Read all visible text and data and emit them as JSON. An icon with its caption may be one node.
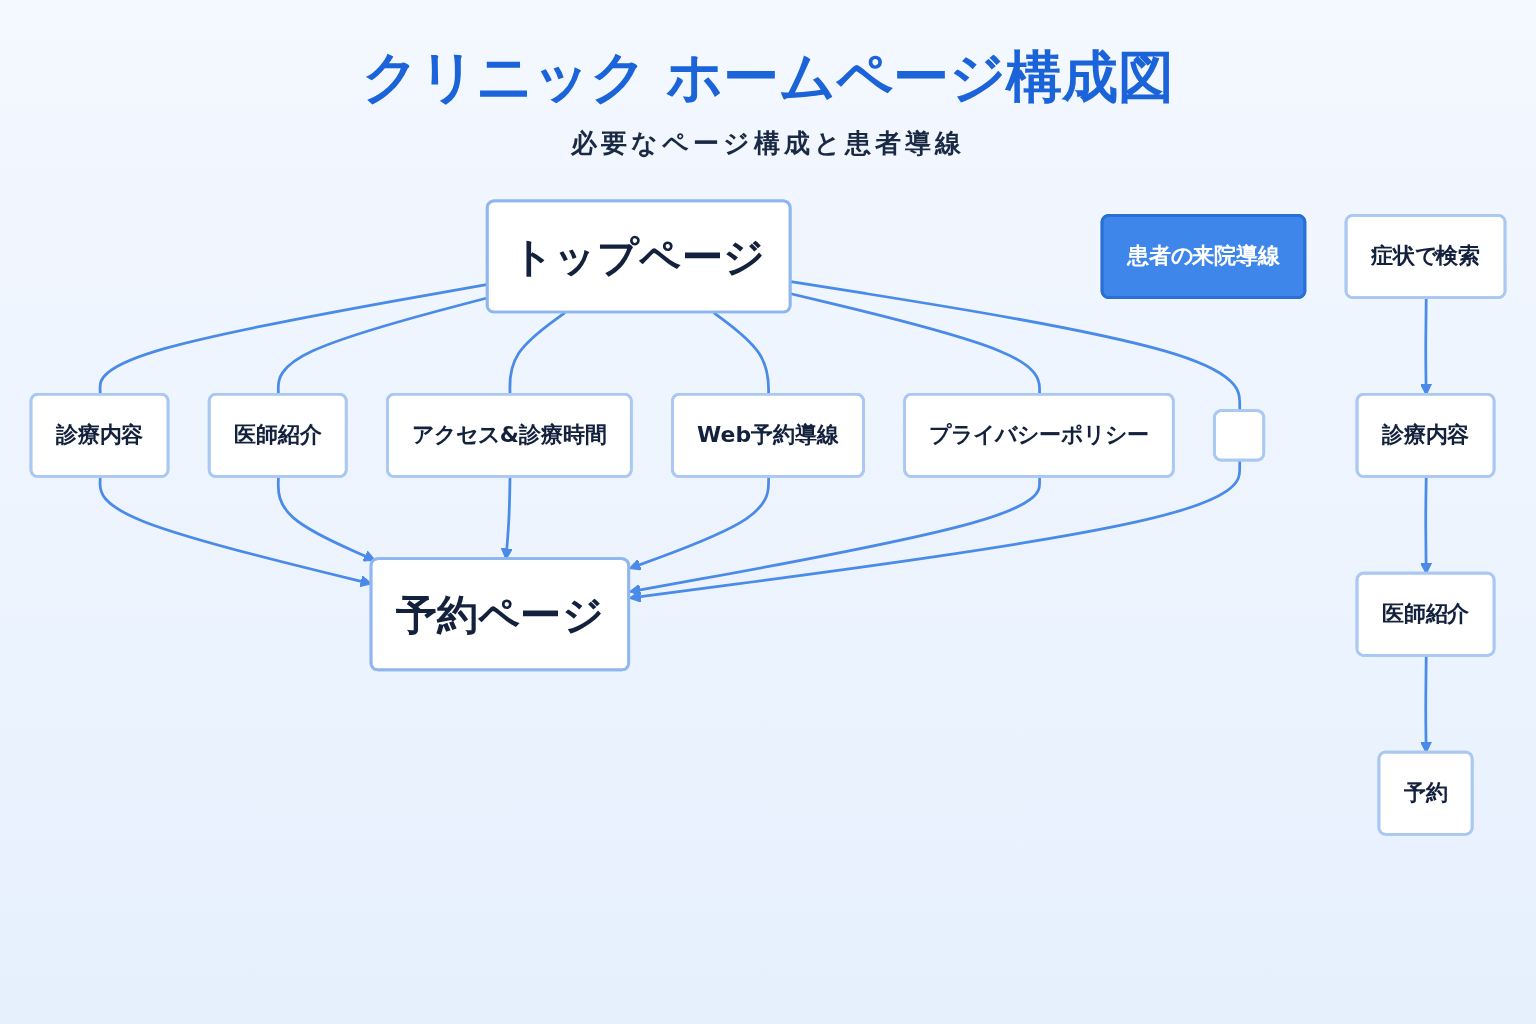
{
  "diagram": {
    "title": "クリニック ホームページ構成図",
    "caption": "必要なページ構成と患者導線",
    "nodes": [
      {
        "text": [
          "トップページ"
        ]
      },
      {
        "text": [
          "診療内容"
        ]
      },
      {
        "text": [
          "医師紹介"
        ]
      },
      {
        "text": [
          "アクセス&診療時間"
        ]
      },
      {
        "text": [
          "Web予約導線"
        ]
      },
      {
        "text": [
          "プライバシーポリシー"
        ]
      },
      {
        "text": [],
        "shape": "box"
      },
      {
        "text": [
          "予約ページ"
        ]
      },
      {
        "text": [
          "患者の来院導線"
        ]
      },
      {
        "text": [
          "症状で検索"
        ]
      },
      {
        "text": [
          "診療内容"
        ]
      },
      {
        "text": [
          "医師紹介"
        ]
      },
      {
        "text": [
          "予約"
        ]
      }
    ],
    "edges": [
      {
        "from": 0,
        "to": 1,
        "arrow": "none"
      },
      {
        "from": 0,
        "to": 2,
        "arrow": "none"
      },
      {
        "from": 0,
        "to": 3,
        "arrow": "none"
      },
      {
        "from": 0,
        "to": 4,
        "arrow": "none"
      },
      {
        "from": 0,
        "to": 5,
        "arrow": "none"
      },
      {
        "from": 0,
        "to": 6,
        "arrow": "none"
      },
      {
        "from": 1,
        "to": 7,
        "arrow": "to"
      },
      {
        "from": 2,
        "to": 7,
        "arrow": "to"
      },
      {
        "from": 3,
        "to": 7,
        "arrow": "to"
      },
      {
        "from": 4,
        "to": 7,
        "arrow": "to"
      },
      {
        "from": 5,
        "to": 7,
        "arrow": "to"
      },
      {
        "from": 6,
        "to": 7,
        "arrow": "to"
      },
      {
        "from": 9,
        "to": 10,
        "arrow": "to"
      },
      {
        "from": 10,
        "to": 11,
        "arrow": "to"
      },
      {
        "from": 11,
        "to": 12,
        "arrow": "to"
      }
    ]
  }
}
